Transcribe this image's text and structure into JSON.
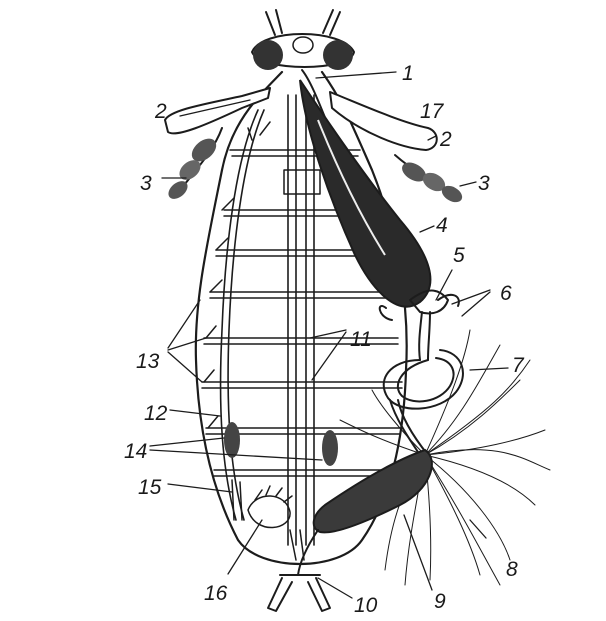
{
  "labels": [
    "1",
    "2",
    "17",
    "2",
    "3",
    "3",
    "4",
    "5",
    "6",
    "11",
    "13",
    "7",
    "12",
    "14",
    "15",
    "8",
    "16",
    "10",
    "9"
  ],
  "colors": {
    "ink": "#1c1c1c",
    "background": "#ffffff",
    "organ_dark": "#2a2a2a"
  }
}
